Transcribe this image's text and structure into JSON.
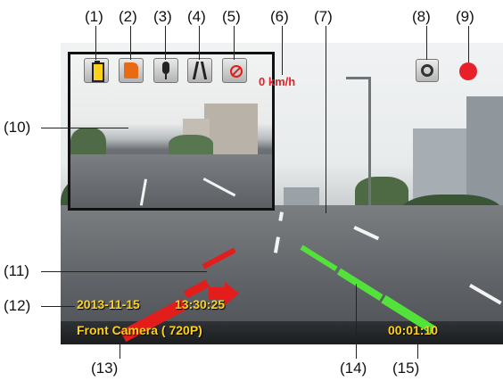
{
  "callouts": [
    "(1)",
    "(2)",
    "(3)",
    "(4)",
    "(5)",
    "(6)",
    "(7)",
    "(8)",
    "(9)",
    "(10)",
    "(11)",
    "(12)",
    "(13)",
    "(14)",
    "(15)"
  ],
  "overlay": {
    "speed": "0 km/h",
    "date": "2013-11-15",
    "time": "13:30:25",
    "camera_label": "Front Camera ( 720P)",
    "elapsed": "00:01:10"
  },
  "icons": [
    "battery-icon",
    "sd-card-icon",
    "microphone-icon",
    "lane-icon",
    "no-gps-icon",
    "film-reel-icon",
    "recording-dot-icon"
  ],
  "colors": {
    "record": "#e8202a",
    "speed": "#e8202a",
    "overlay_text": "#ffd21a",
    "guide_red": "#e31c1c",
    "guide_green": "#52e23a"
  }
}
